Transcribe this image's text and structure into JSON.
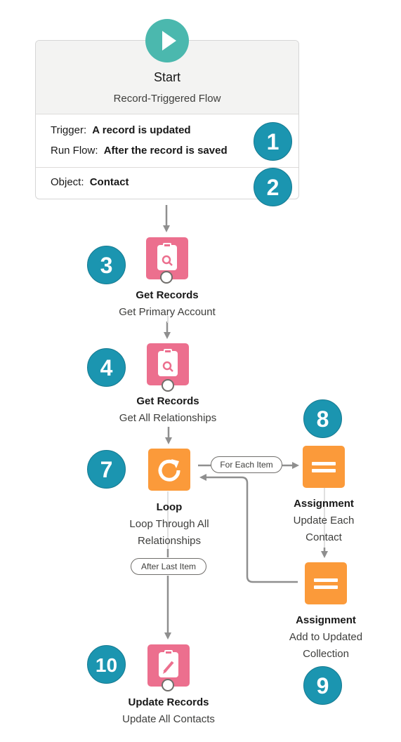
{
  "start": {
    "title": "Start",
    "subtitle": "Record-Triggered Flow",
    "trigger_label": "Trigger:",
    "trigger_value": "A record is updated",
    "run_label": "Run Flow:",
    "run_value": "After the record is saved",
    "object_label": "Object:",
    "object_value": "Contact"
  },
  "badges": [
    "1",
    "2",
    "3",
    "4",
    "7",
    "8",
    "9",
    "10"
  ],
  "nodes": {
    "get_primary": {
      "type": "Get Records",
      "name": "Get Primary Account",
      "icon": "clipboard-search-icon",
      "color": "#ec6f8e"
    },
    "get_relationships": {
      "type": "Get Records",
      "name": "Get All Relationships",
      "icon": "clipboard-search-icon",
      "color": "#ec6f8e"
    },
    "loop": {
      "type": "Loop",
      "name_line1": "Loop Through All",
      "name_line2": "Relationships",
      "icon": "loop-icon",
      "color": "#fb9a3a"
    },
    "assign_update": {
      "type": "Assignment",
      "name_line1": "Update Each",
      "name_line2": "Contact",
      "icon": "equals-icon",
      "color": "#fb9a3a"
    },
    "assign_add": {
      "type": "Assignment",
      "name_line1": "Add to Updated",
      "name_line2": "Collection",
      "icon": "equals-icon",
      "color": "#fb9a3a"
    },
    "update_records": {
      "type": "Update Records",
      "name": "Update All Contacts",
      "icon": "clipboard-pencil-icon",
      "color": "#ec6f8e"
    }
  },
  "connectors": {
    "for_each": "For Each Item",
    "after_last": "After Last Item"
  },
  "colors": {
    "start": "#4bb8ae",
    "badge": "#1b95b0",
    "line": "#8f8f8f"
  }
}
